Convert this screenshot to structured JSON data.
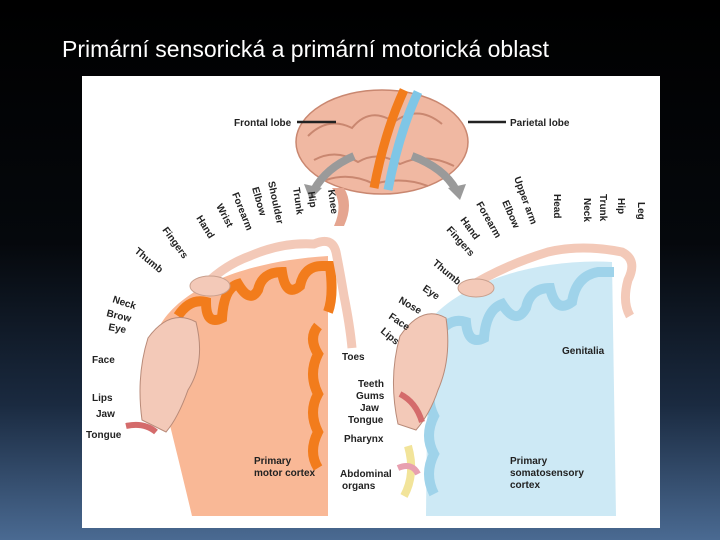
{
  "slide": {
    "title": "Primární sensorická a primární motorická oblast"
  },
  "figure": {
    "frontal_lobe": "Frontal lobe",
    "parietal_lobe": "Parietal lobe",
    "primary_motor_cortex": [
      "Primary",
      "motor cortex"
    ],
    "primary_somatosensory_cortex": [
      "Primary",
      "somatosensory",
      "cortex"
    ],
    "genitalia": "Genitalia",
    "toes": "Toes",
    "pharynx": "Pharynx",
    "abdominal_organs": [
      "Abdominal",
      "organs"
    ],
    "middle_labels": [
      "Teeth",
      "Gums",
      "Jaw",
      "Tongue"
    ],
    "motor_arc_labels": [
      "Knee",
      "Hip",
      "Trunk",
      "Shoulder",
      "Elbow",
      "Forearm",
      "Wrist",
      "Hand",
      "Fingers",
      "Thumb"
    ],
    "motor_face_labels": [
      "Neck",
      "Brow",
      "Eye",
      "Face",
      "Lips",
      "Jaw",
      "Tongue"
    ],
    "sensory_arc_labels": [
      "Upper arm",
      "Elbow",
      "Forearm",
      "Hand",
      "Fingers",
      "Thumb",
      "Eye",
      "Nose",
      "Face",
      "Lips"
    ],
    "sensory_top_labels": [
      "Head",
      "Neck",
      "Trunk",
      "Hip",
      "Leg"
    ],
    "colors": {
      "motor": "#f27c1c",
      "motor_fill": "#f9b896",
      "sensory": "#9fd3ea",
      "sensory_fill": "#cde9f5",
      "skin": "#f3c9b8"
    }
  }
}
